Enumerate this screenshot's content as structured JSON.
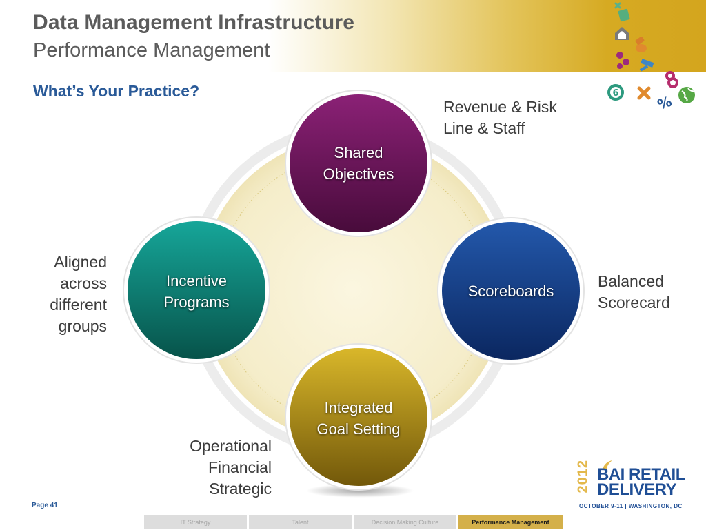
{
  "header": {
    "title": "Data Management Infrastructure",
    "subtitle": "Performance Management",
    "section_heading": "What’s Your Practice?"
  },
  "diagram": {
    "circles": [
      {
        "lines": [
          "Shared",
          "Objectives"
        ],
        "color_top": "#7e1b6b",
        "color_bottom": "#4f0d41"
      },
      {
        "lines": [
          "Scoreboards"
        ],
        "color_top": "#1e4fa0",
        "color_bottom": "#0c2a63"
      },
      {
        "lines": [
          "Integrated",
          "Goal Setting"
        ],
        "color_top": "#d2b02a",
        "color_bottom": "#7d620c"
      },
      {
        "lines": [
          "Incentive",
          "Programs"
        ],
        "color_top": "#139c8f",
        "color_bottom": "#08594f"
      }
    ],
    "annotations": {
      "top": [
        "Revenue & Risk",
        "Line & Staff"
      ],
      "right": [
        "Balanced",
        "Scorecard"
      ],
      "bottom": [
        "Operational",
        "Financial",
        "Strategic"
      ],
      "left": [
        "Aligned",
        "across",
        "different",
        "groups"
      ]
    }
  },
  "footer": {
    "page_label": "Page 41",
    "tabs": [
      {
        "label": "IT Strategy",
        "active": false
      },
      {
        "label": "Talent",
        "active": false
      },
      {
        "label": "Decision Making Culture",
        "active": false
      },
      {
        "label": "Performance Management",
        "active": true
      }
    ]
  },
  "logo": {
    "year": "2012",
    "name_line1": "BAI RETAIL",
    "name_line2": "DELIVERY",
    "date_line": "OCTOBER 9-11 | WASHINGTON, DC"
  },
  "icons": [
    "cross-icon",
    "checklist-icon",
    "house-icon",
    "money-bag-icon",
    "people-icon",
    "ruler-icon",
    "number-eight-icon",
    "dollar-circle-icon",
    "multiply-icon",
    "percent-icon",
    "globe-icon"
  ],
  "colors": {
    "title": "#5b5b5b",
    "heading": "#2a5a98",
    "header_gold": "#d4a51e",
    "shared_objectives": "#7e1b6b",
    "scoreboards": "#1e4fa0",
    "integrated_goal_setting": "#d2b02a",
    "incentive_programs": "#139c8f",
    "active_tab": "#d4b04a"
  }
}
